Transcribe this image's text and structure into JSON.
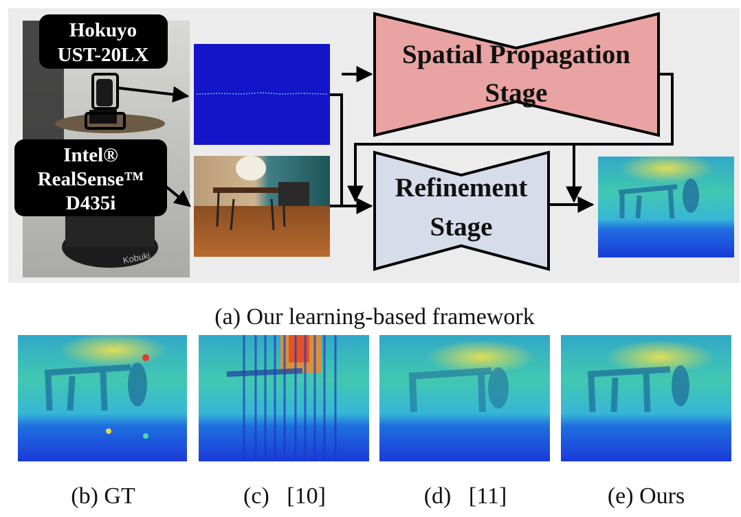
{
  "framework": {
    "sensor_lidar": {
      "line1": "Hokuyo",
      "line2": "UST-20LX"
    },
    "sensor_camera": {
      "line1": "Intel®",
      "line2": "RealSense™",
      "line3": "D435i"
    },
    "stage_spatial": {
      "line1": "Spatial Propagation",
      "line2": "Stage",
      "color": "#e9a3a3"
    },
    "stage_refine": {
      "line1": "Refinement",
      "line2": "Stage",
      "color": "#d7dcea"
    },
    "caption": "(a) Our learning-based framework"
  },
  "results": [
    {
      "caption": "(b) GT"
    },
    {
      "caption": "(c)   [10]"
    },
    {
      "caption": "(d)   [11]"
    },
    {
      "caption": "(e) Ours"
    }
  ]
}
